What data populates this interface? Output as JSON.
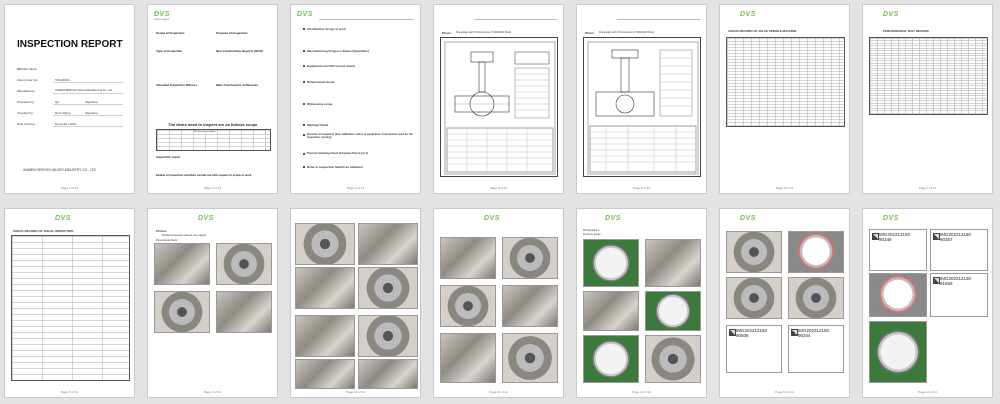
{
  "document": {
    "brand": "DVS",
    "brand_sub": "DERVOS VALVE",
    "company": "XIAMEN DERVOS VALVES INDUSTRY CO., LTD",
    "pages": [
      {
        "num": "Page 1 of 14"
      },
      {
        "num": "Page 2 of 14"
      },
      {
        "num": "Page 3 of 14"
      },
      {
        "num": "Page 4 of 14"
      },
      {
        "num": "Page 5 of 14"
      },
      {
        "num": "Page 6 of 14"
      },
      {
        "num": "Page 7 of 14"
      },
      {
        "num": "Page 8 of 14"
      },
      {
        "num": "Page 9 of 14"
      },
      {
        "num": "Page 10 of 14"
      },
      {
        "num": "Page 11 of 14"
      },
      {
        "num": "Page 12 of 14"
      },
      {
        "num": "Page 13 of 14"
      },
      {
        "num": "Page 14 of 14"
      }
    ]
  },
  "page1": {
    "title": "INSPECTION REPORT",
    "fields": [
      {
        "label": "BBIV0G Client:",
        "value": ""
      },
      {
        "label": "Client order No:",
        "value": "TAS-00001"
      },
      {
        "label": "Manufacturer:",
        "value": "XIAMEN DERVOS Valves Manufacturing Co., Ltd"
      },
      {
        "label": "Prepared by:",
        "value": "QC"
      },
      {
        "label": "Checked by:",
        "value": "Ross Wang"
      },
      {
        "label": "Date of issue:",
        "value": "December 2022"
      }
    ],
    "sign1": "Signature:",
    "sign2": "Signature:"
  },
  "page2": {
    "scope_title": "Scope of Inspection",
    "purpose_title": "Purpose of Inspection",
    "type_title": "Type of Inspection",
    "nonconf_title": "Non Conformities Reports (NCR)",
    "witness_title": "Attended Inspection Witness",
    "main_title": "Main Conclusions & Remarks",
    "items_title": "The items need to inspect are as follows scope",
    "table_header": "Product Description",
    "inspect_title": "Inspection result",
    "details_title": "Details of inspection activities carried out with respect to scope of work"
  },
  "page3": {
    "items": [
      "Introduction Scope of work",
      "Manufacturing Progress Status (Quantities)",
      "Equipment and ISO record review",
      "Dimensional check",
      "Witnessing scope",
      "Marking Check",
      "Records of inspection (incl. calibration status of equipment / instruments used for the inspection / testing)",
      "Precision Painting Check (Company Period per 1)",
      "Refer to Inspection Sketch as Attached"
    ]
  },
  "page4": {
    "label": "Photo:",
    "caption": "Flat gasket with Hl Connection 4\" 600LB-RF Body"
  },
  "page5": {
    "label": "Photo:",
    "caption": "Flat gasket with Hl Connection 4\" 600LB-RF Body"
  },
  "page6": {
    "title": "CHECK RECORD OF VALVE SPINDLE MACHINE"
  },
  "page7": {
    "title": "PERFORMANCE TEST RECORD"
  },
  "page8": {
    "title": "CHECK RECORD OF VISUAL INSPECTION"
  },
  "page9": {
    "label": "Photos:",
    "caption": "Finished inspection passed (see pages):",
    "sub": "Dimensional check"
  },
  "page11": {
    "label": "Photographs A",
    "sub": "Pressure gauge"
  },
  "page13": {
    "images": [
      {
        "id": "IMG202212150\n90506"
      },
      {
        "id": "IMG202212150\n90344"
      }
    ]
  },
  "page14": {
    "images": [
      {
        "id": "IMG202212150\n90348"
      },
      {
        "id": "IMG202212150\n90357"
      },
      {
        "id": "IMG202212150\n91559"
      }
    ]
  }
}
